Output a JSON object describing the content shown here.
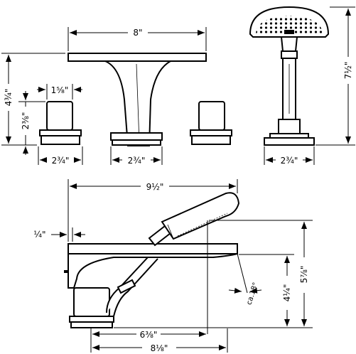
{
  "dimensions": {
    "spout_width": "8\"",
    "handle_top_width": "1⁵⁄₈\"",
    "handle_base_width": "2¾\"",
    "spout_base_width": "2¾\"",
    "shower_base_width": "2¾\"",
    "overall_height": "4¾\"",
    "handle_height": "2⅜\"",
    "shower_height": "7½\"",
    "side_overall_length": "9½\"",
    "deck_offset": "¼\"",
    "side_height_total": "5⅞\"",
    "side_height_spout": "4¼\"",
    "spout_angle": "ca.18°",
    "side_spout_reach": "6⅜\"",
    "side_base_length": "8⅛\""
  }
}
